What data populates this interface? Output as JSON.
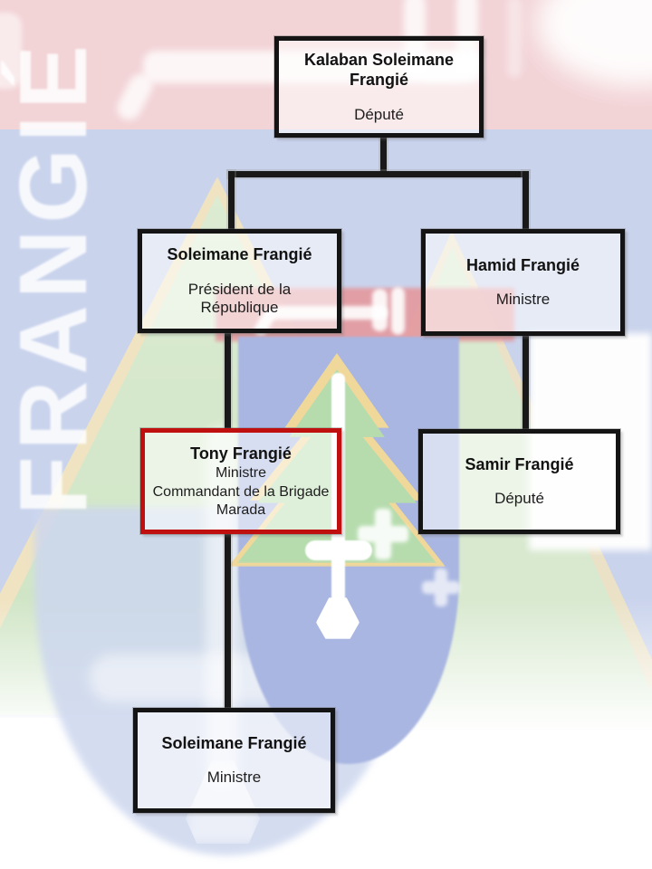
{
  "watermark": {
    "text": "FRANGIÉ"
  },
  "colors": {
    "highlight_border": "#c00f0f",
    "box_border": "#141414",
    "connector": "#191919",
    "flag_pink_band": "#f2d3d6",
    "flag_red_band": "#e49aa0",
    "field_blue": "#c9d3ec",
    "cedar_green": "#b6dcae",
    "cedar_outline_yellow": "#f0d89a",
    "shield_blue": "#a9b6e1"
  },
  "org_chart": {
    "nodes": [
      {
        "name": "Kalaban Soleimane Frangié",
        "roles": [
          "Député"
        ],
        "highlighted": false
      },
      {
        "name": "Soleimane Frangié",
        "roles": [
          "Président de la République"
        ],
        "highlighted": false
      },
      {
        "name": "Hamid Frangié",
        "roles": [
          "Ministre"
        ],
        "highlighted": false
      },
      {
        "name": "Tony Frangié",
        "roles": [
          "Ministre",
          "Commandant de la Brigade Marada"
        ],
        "highlighted": true
      },
      {
        "name": "Samir Frangié",
        "roles": [
          "Député"
        ],
        "highlighted": false
      },
      {
        "name": "Soleimane Frangié",
        "roles": [
          "Ministre"
        ],
        "highlighted": false
      }
    ]
  }
}
